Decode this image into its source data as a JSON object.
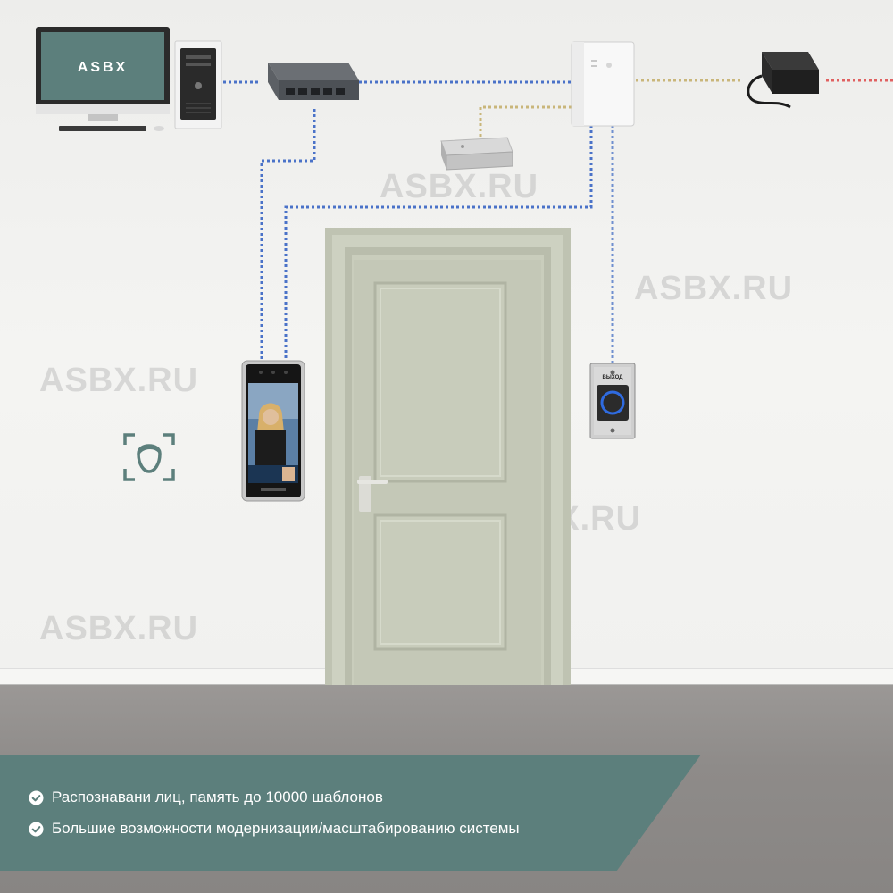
{
  "scene": {
    "monitor": {
      "label": "ASBX"
    },
    "watermarks": [
      "ASBX.RU",
      "ASBX.RU",
      "ASBX.RU",
      "ASBX.RU",
      "ASBX.RU"
    ],
    "exit_button": {
      "label": "ВЫХОД"
    }
  },
  "features": [
    {
      "text": "Распознавани лиц, память до 10000 шаблонов",
      "icon": "check-circle-icon"
    },
    {
      "text": "Большие возможности модернизации/масштабированию системы",
      "icon": "check-circle-icon"
    }
  ],
  "colors": {
    "accent": "#5c7f7c",
    "wire_network": "#4a72c8",
    "wire_lock": "#c9b67a",
    "wire_power": "#e06060",
    "door": "#c8ccbd"
  }
}
